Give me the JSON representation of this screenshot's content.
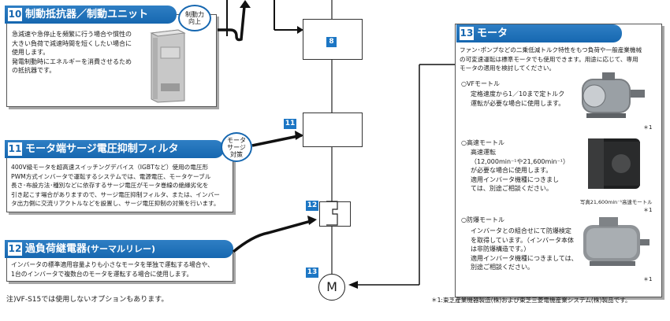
{
  "sec10": {
    "num": "10",
    "title": "制動抵抗器／制動ユニット",
    "badge": "制動力\n向上",
    "body": "急減速や急停止を頻繁に行う場合や慣性の\n大きい負荷で減速時間を短くしたい場合に\n使用します。\n発電制動時にエネルギーを消費させるため\nの抵抗器です。"
  },
  "sec11": {
    "num": "11",
    "title": "モータ端サージ電圧抑制フィルタ",
    "badge": "モータ\nサージ\n対策",
    "body": "400V級モータを超高速スイッチングデバイス（IGBTなど）使用の電圧形\nPWM方式インバータで運転するシステムでは、電源電圧、モータケーブル\n長さ･布設方法･種別などに依存するサージ電圧がモータ巻線の絶縁劣化を\n引き起こす場合がありますので、サージ電圧抑制フィルタ、または、インバー\nタ出力側に交流リアクトルなどを設置し、サージ電圧抑制の対策を行います。"
  },
  "sec12": {
    "num": "12",
    "title": "過負荷継電器",
    "title_sub": "(サーマルリレー)",
    "body": "インバータの標準適用容量よりも小さなモータを単独で運転する場合や、\n1台のインバータで複数台のモータを運転する場合に使用します。"
  },
  "sec13": {
    "num": "13",
    "title": "モータ",
    "intro": "ファン･ポンプなどの二乗低減トルク特性をもつ負荷や一般産業機械\nの可変速運転は標準モータでも使用できます。用途に応じて、専用\nモータの適用を検討してください。",
    "vf_title": "○VFモートル",
    "vf_body": "定格速度から1／10まで定トルク\n運転が必要な場合に使用します。",
    "hs_title": "○高速モートル",
    "hs_body": "高速運転\n（12,000min⁻¹や21,600min⁻¹）\nが必要な場合に使用します。\n適用インバータ機種につきまし\nては、別途ご相談ください。",
    "hs_caption": "写真21,600min⁻¹高速モートル",
    "ex_title": "○防爆モートル",
    "ex_body": "インバータとの組合せにて防爆検定\nを取得しています。（インバータ本体\nは非防爆構造です。）\n適用インバータ機種につきましては、\n別途ご相談ください。",
    "note_mark": "＊1"
  },
  "diagram": {
    "box8_num": "8",
    "box11_num": "11",
    "box12_num": "12",
    "box13_num": "13",
    "motor_label": "M"
  },
  "footer": {
    "left_note": "注)VF-S15では使用しないオプションもあります。",
    "right_note": "＊1:東芝産業機器製造(株)および東芝三菱電機産業システム(株)製品です。"
  },
  "colors": {
    "accent": "#1667b0",
    "square": "#1c76c4"
  }
}
